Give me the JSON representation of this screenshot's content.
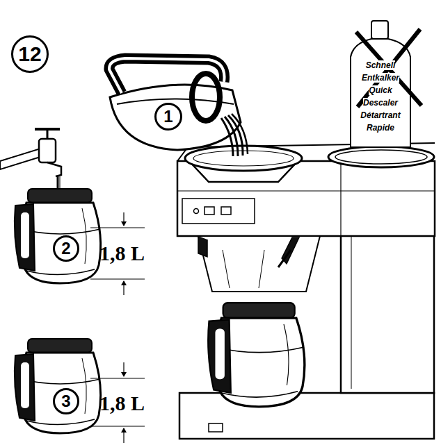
{
  "diagram": {
    "nodes": [
      {
        "text": [
          "12"
        ]
      },
      {
        "text": [
          "1"
        ]
      },
      {
        "text": [
          "2"
        ]
      },
      {
        "text": [
          "3"
        ]
      },
      {
        "text": [
          "Schnell Entkalker Quick Descaler Détartrant Rapide"
        ]
      }
    ],
    "labels": [
      "1,8 L",
      "1,8 L"
    ]
  }
}
